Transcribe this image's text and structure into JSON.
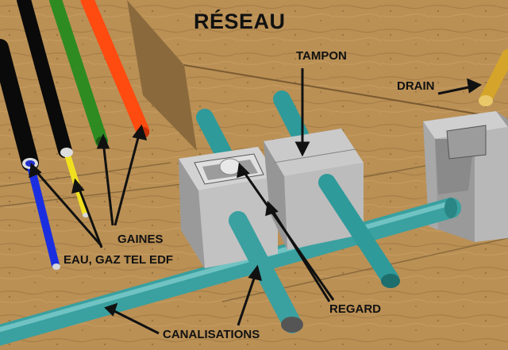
{
  "title": "RÉSEAU",
  "labels": {
    "tampon": "TAMPON",
    "drain": "DRAIN",
    "gaines": "GAINES",
    "reseaux": "EAU, GAZ TEL EDF",
    "regard": "REGARD",
    "canalisations": "CANALISATIONS"
  },
  "colors": {
    "ground": "#b98f55",
    "ground_dark": "#8a6a3c",
    "pipe_teal": "#3fa6a6",
    "pipe_light": "#6cc0c0",
    "drain_pipe": "#d4a52a",
    "gaine_blue": "#1a2ee0",
    "gaine_yellow": "#f0e020",
    "gaine_green": "#2e8b22",
    "gaine_red": "#ff4a10",
    "gaine_black": "#0a0a0a",
    "concrete": "#bdbdbd"
  }
}
